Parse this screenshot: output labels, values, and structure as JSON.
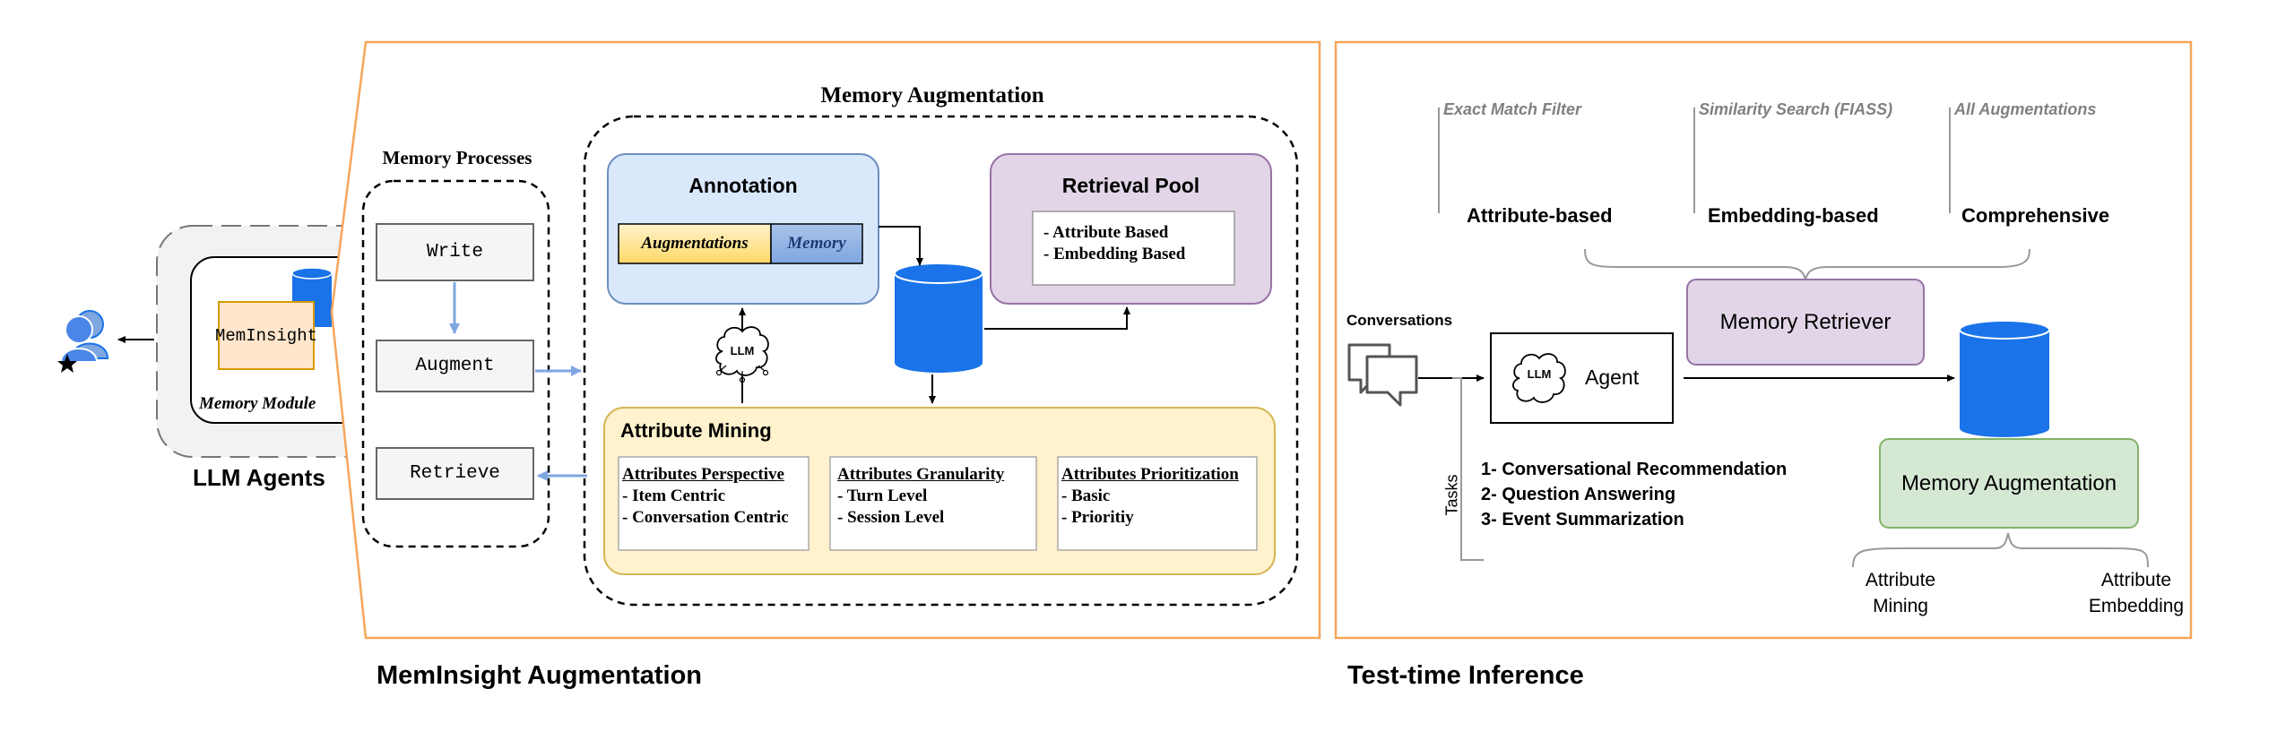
{
  "left_agents": {
    "title": "LLM Agents",
    "module_label": "Memory Module",
    "meminsight_label": "MemInsight"
  },
  "memory_processes": {
    "title": "Memory Processes",
    "write": "Write",
    "augment": "Augment",
    "retrieve": "Retrieve"
  },
  "memory_augmentation": {
    "title": "Memory Augmentation",
    "annotation": {
      "title": "Annotation",
      "tag_augmentations": "Augmentations",
      "tag_memory": "Memory"
    },
    "retrieval_pool": {
      "title": "Retrieval Pool",
      "items": [
        "- Attribute Based",
        "- Embedding Based"
      ]
    },
    "llm_label": "LLM",
    "attribute_mining": {
      "title": "Attribute Mining",
      "perspective": {
        "title": "Attributes Perspective",
        "items": [
          "- Item Centric",
          "- Conversation Centric"
        ]
      },
      "granularity": {
        "title": "Attributes Granularity",
        "items": [
          "- Turn Level",
          "- Session Level"
        ]
      },
      "prioritization": {
        "title": "Attributes Prioritization",
        "items": [
          "- Basic",
          "- Prioritiy"
        ]
      }
    }
  },
  "section_titles": {
    "left": "MemInsight Augmentation",
    "right": "Test-time Inference"
  },
  "inference": {
    "filters": [
      "Exact Match Filter",
      "Similarity Search (FIASS)",
      "All Augmentations"
    ],
    "methods": [
      "Attribute-based",
      "Embedding-based",
      "Comprehensive"
    ],
    "memory_retriever": "Memory Retriever",
    "conversations": "Conversations",
    "agent": "Agent",
    "llm_label": "LLM",
    "tasks_label": "Tasks",
    "tasks": [
      "1- Conversational Recommendation",
      "2- Question Answering",
      "3- Event Summarization"
    ],
    "memory_augmentation": "Memory Augmentation",
    "attribute_mining": [
      "Attribute",
      "Mining"
    ],
    "attribute_embedding": [
      "Attribute",
      "Embedding"
    ]
  },
  "colors": {
    "orange_border": "#f5a65b",
    "annotation_fill": "#dae8fc",
    "annotation_border": "#6c8ebf",
    "retrieval_fill": "#e1d5e7",
    "retrieval_border": "#9673a6",
    "mining_fill": "#fff2cc",
    "mining_border": "#d6b656",
    "memaug_fill": "#d5e8d4",
    "memaug_border": "#82b366",
    "db_blue": "#1a73e8"
  }
}
